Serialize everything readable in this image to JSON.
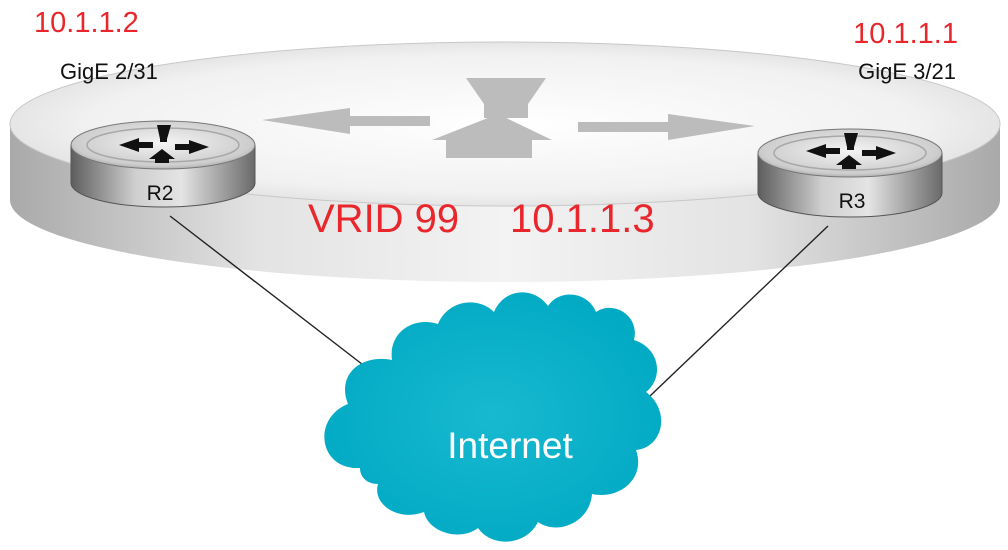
{
  "colors": {
    "address_red": "#e8262b",
    "cloud": "#00aec7",
    "disc_light": "#f0f0f0",
    "disc_dark": "#bdbdbd",
    "router_body": "#8f8f8f",
    "arrow_grey": "#b7b7b7"
  },
  "icons": {
    "virtual_router": "vrrp-disc-icon",
    "router": "router-icon",
    "network": "internet-cloud-icon"
  },
  "routers": [
    {
      "name": "R2",
      "ip": "10.1.1.2",
      "port": "GigE 2/31"
    },
    {
      "name": "R3",
      "ip": "10.1.1.1",
      "port": "GigE 3/21"
    }
  ],
  "virtual_group": {
    "vrid": "VRID 99",
    "vip": "10.1.1.3"
  },
  "internet": {
    "label": "Internet"
  }
}
